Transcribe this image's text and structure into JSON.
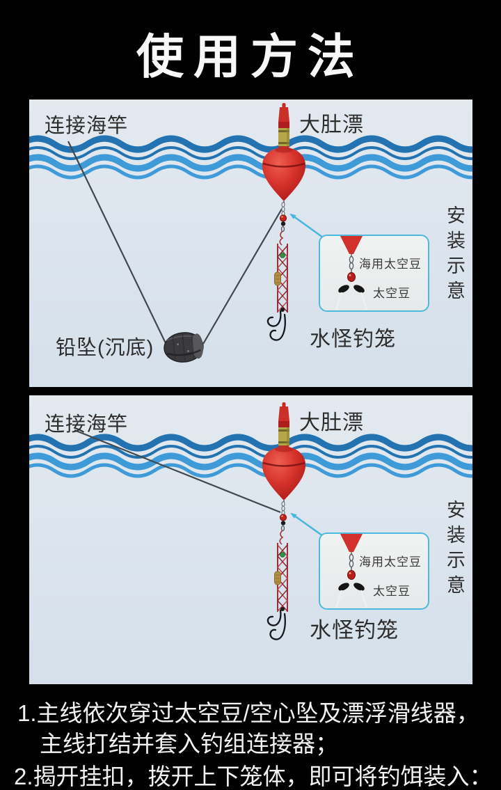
{
  "title": "使用方法",
  "labels": {
    "connect_rod": "连接海竿",
    "big_belly_float": "大肚漂",
    "install_note": "安装示意",
    "sinker": "铅坠(沉底)",
    "cage": "水怪钓笼",
    "inset_top": "海用太空豆",
    "inset_bottom": "太空豆"
  },
  "instructions": {
    "line1": "1.主线依次穿过太空豆/空心坠及漂浮滑线器，",
    "line2": "主线打结并套入钓组连接器；",
    "line3": "2.揭开挂扣，拨开上下笼体，即可将钓饵装入："
  },
  "colors": {
    "background": "#000000",
    "panel_background": "#dde5ed",
    "wave_dark_blue": "#2273b0",
    "wave_light_blue": "#3f9bd8",
    "float_red": "#d4302a",
    "float_stem_olive": "#b5a748",
    "accent_cyan": "#4db9dc",
    "rig_line": "#41474e",
    "cage_red": "#a62f35",
    "label_text": "#2d2d2d",
    "instruction_text": "#f2f2f2"
  }
}
